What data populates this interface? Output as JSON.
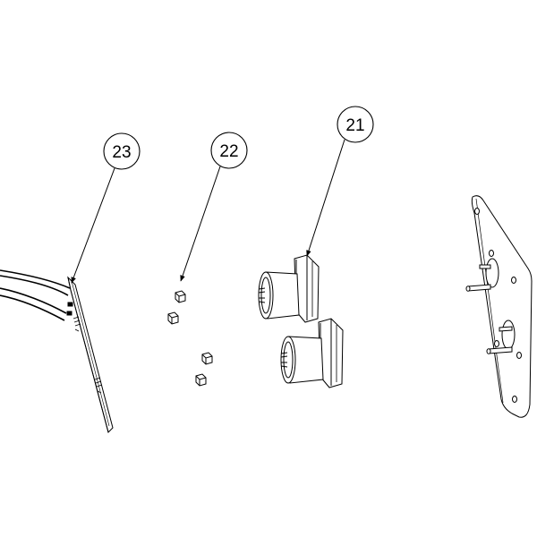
{
  "diagram": {
    "balloons": [
      {
        "id": "balloon-21",
        "label": "21"
      },
      {
        "id": "balloon-22",
        "label": "22"
      },
      {
        "id": "balloon-23",
        "label": "23"
      }
    ],
    "line_color": "#000000",
    "fill_color": "#ffffff"
  }
}
